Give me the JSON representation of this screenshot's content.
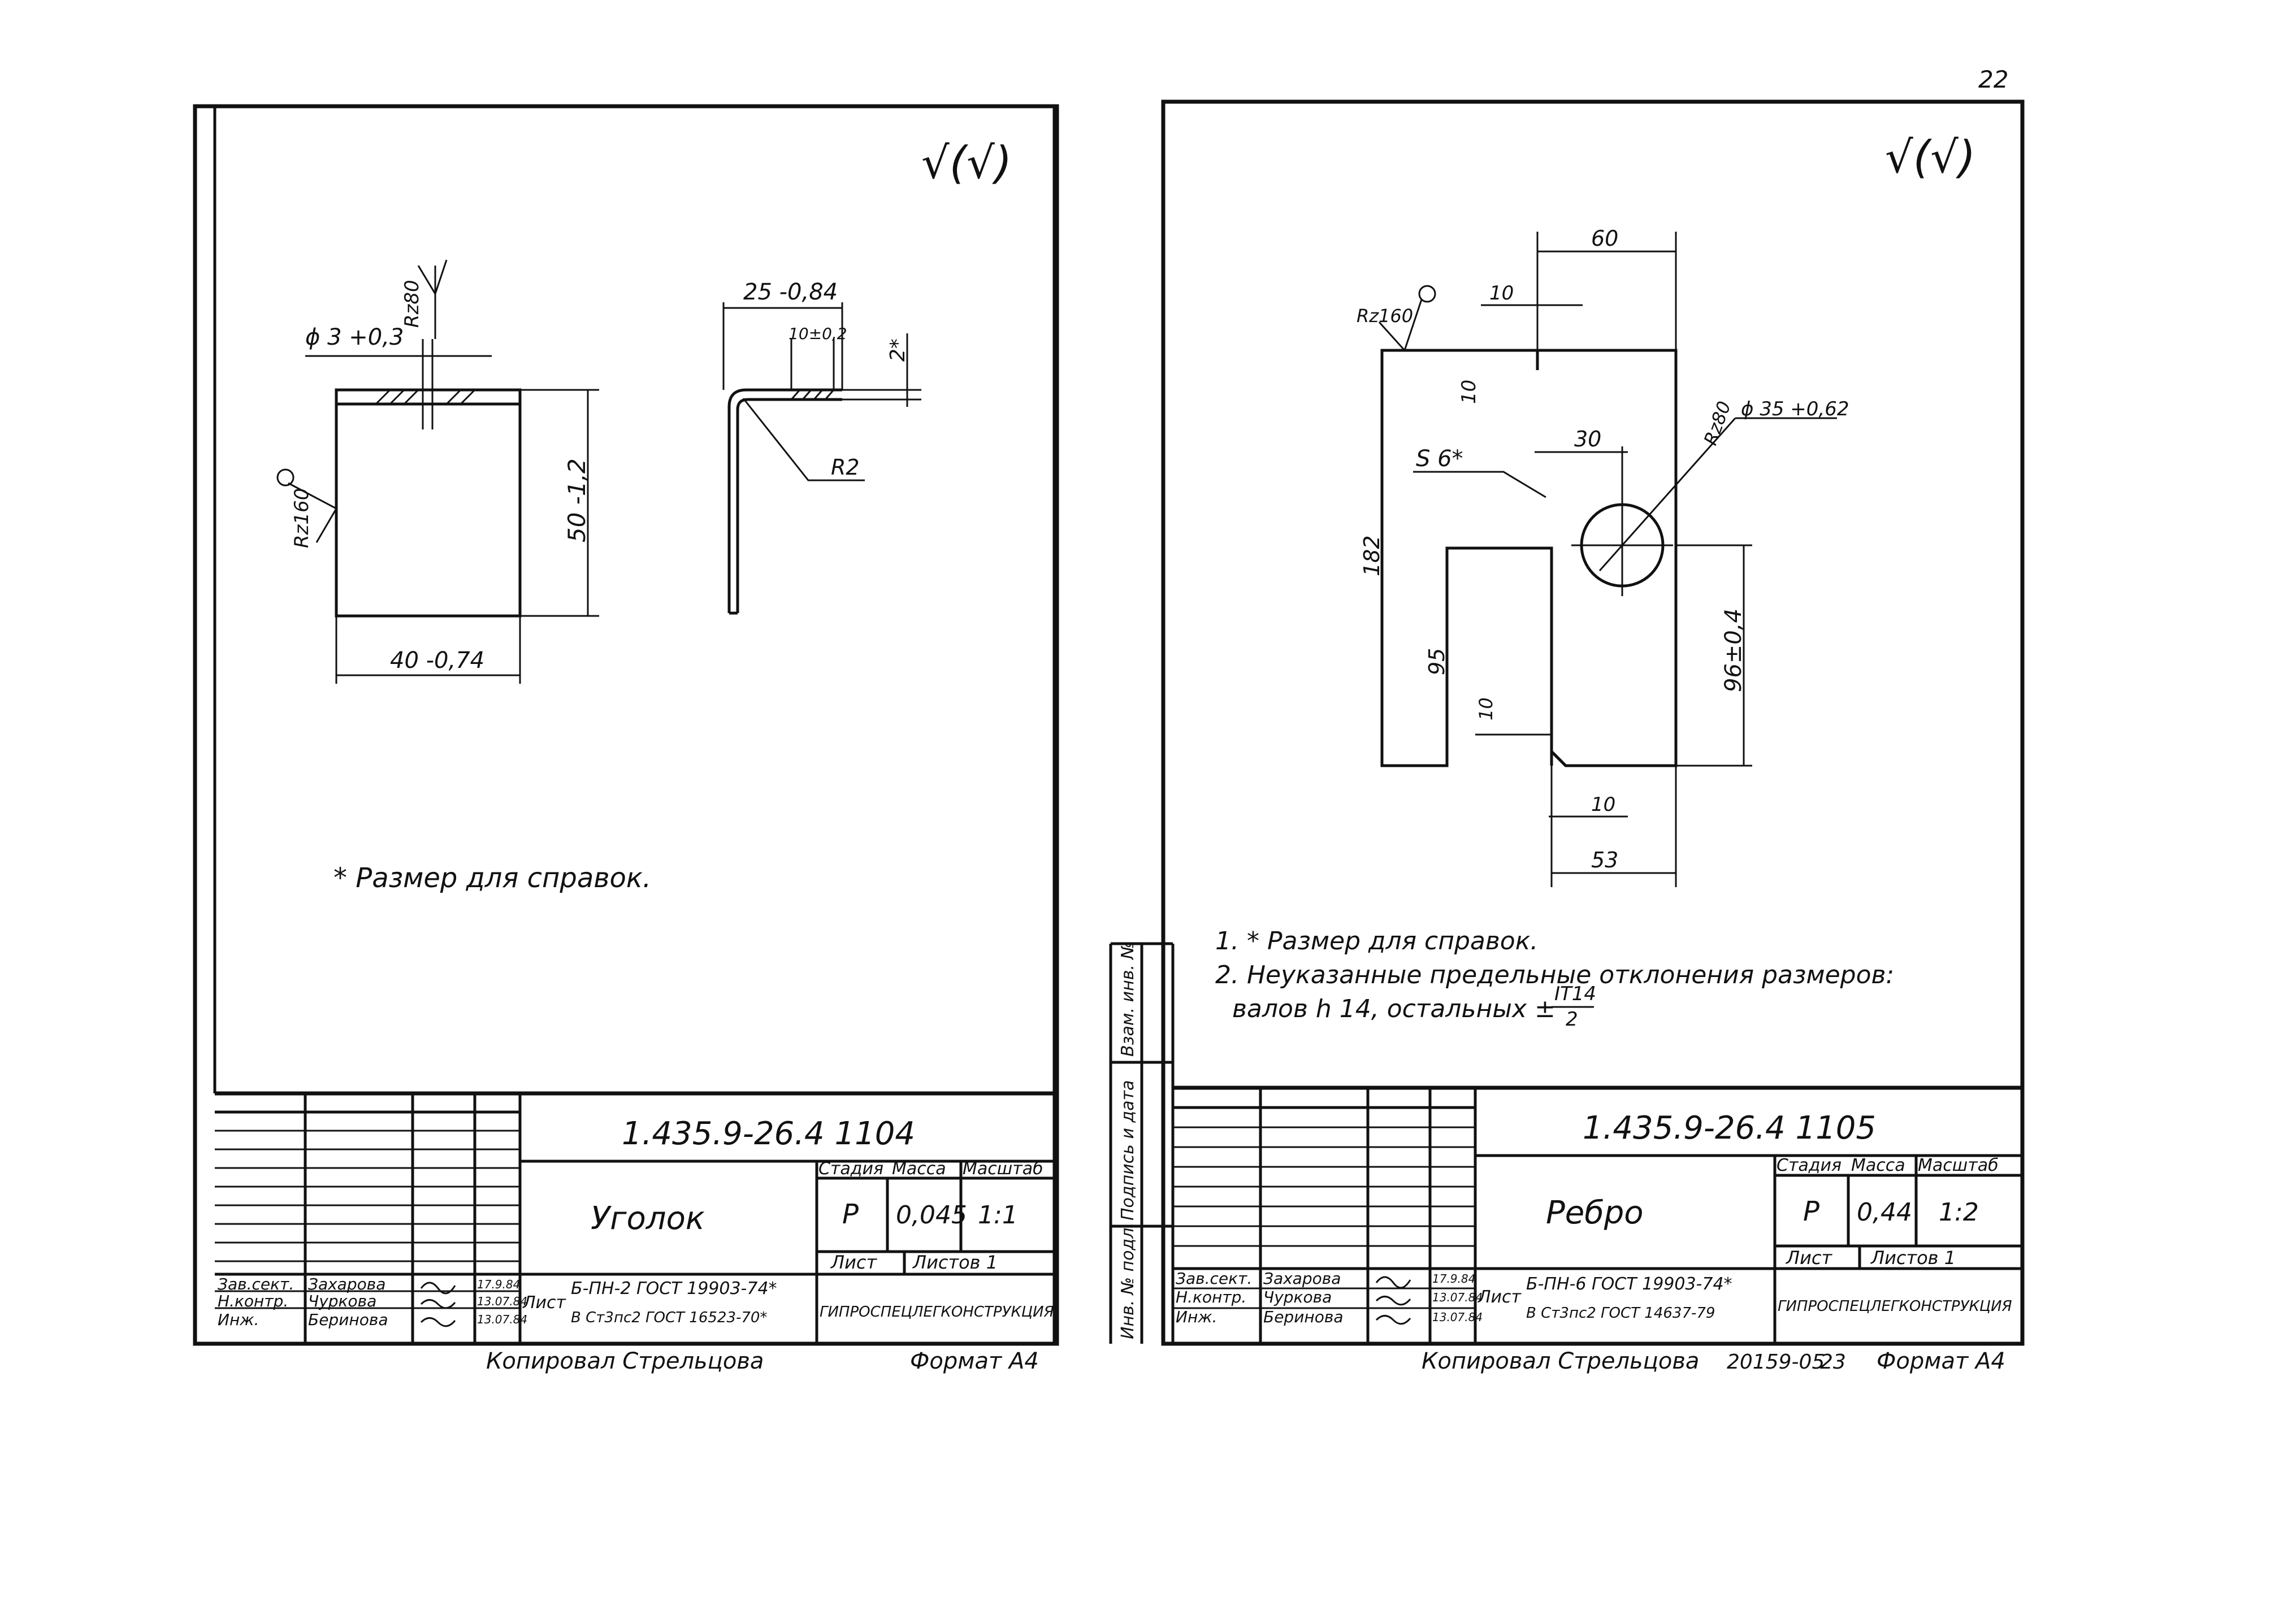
{
  "page_number": "22",
  "left_sheet": {
    "roughness_symbol": "√(√)",
    "dims": {
      "hole": "ϕ 3 +0,3",
      "rz_top": "Rz80",
      "rz_left": "Rz160",
      "height": "50 -1,2",
      "width": "40 -0,74",
      "flange": "25 -0,84",
      "hatch_len": "10±0,2",
      "thickness": "2*",
      "radius": "R2"
    },
    "note": "* Размер для справок.",
    "title_block": {
      "doc_code": "1.435.9-26.4 1104",
      "part_name": "Уголок",
      "hdr_stage": "Стадия",
      "hdr_mass": "Масса",
      "hdr_scale": "Масштаб",
      "stage": "Р",
      "mass": "0,045",
      "scale": "1:1",
      "sheet": "Лист",
      "sheets": "Листов 1",
      "material_label": "Лист",
      "material_top": "Б-ПН-2 ГОСТ 19903-74*",
      "material_bottom": "В Ст3пс2 ГОСТ 16523-70*",
      "org": "ГИПРОСПЕЦЛЕГКОНСТРУКЦИЯ",
      "roles": [
        "Зав.сект.",
        "Н.контр.",
        "Инж."
      ],
      "names": [
        "Захарова",
        "Чуркова",
        "Беринова"
      ],
      "dates": [
        "17.9.84",
        "13.07.84",
        "13.07.84"
      ]
    },
    "copied": "Копировал Стрельцова",
    "format": "Формат А4"
  },
  "right_sheet": {
    "roughness_symbol": "√(√)",
    "dims": {
      "top_width": "60",
      "notch_w_top": "10",
      "notch_h_top": "10",
      "rz_corner": "Rz160",
      "thickness": "S 6*",
      "hole_offset": "30",
      "rz_hole": "Rz80",
      "hole_dia": "ϕ 35 +0,62",
      "total_height": "182",
      "lower_height": "95",
      "right_height": "96±0,4",
      "notch_h_bot": "10",
      "notch_w_bot": "10",
      "bottom_width": "53"
    },
    "notes": [
      "1. * Размер для справок.",
      "2. Неуказанные предельные отклонения размеров:",
      "валов h 14, остальных ±"
    ],
    "note_fraction_num": "IT14",
    "note_fraction_den": "2",
    "side_stamps": [
      "Инв. № подл.",
      "Подпись и дата",
      "Взам. инв. №"
    ],
    "title_block": {
      "doc_code": "1.435.9-26.4 1105",
      "part_name": "Ребро",
      "hdr_stage": "Стадия",
      "hdr_mass": "Масса",
      "hdr_scale": "Масштаб",
      "stage": "Р",
      "mass": "0,44",
      "scale": "1:2",
      "sheet": "Лист",
      "sheets": "Листов 1",
      "material_label": "Лист",
      "material_top": "Б-ПН-6 ГОСТ 19903-74*",
      "material_bottom": "В Ст3пс2 ГОСТ 14637-79",
      "org": "ГИПРОСПЕЦЛЕГКОНСТРУКЦИЯ",
      "roles": [
        "Зав.сект.",
        "Н.контр.",
        "Инж."
      ],
      "names": [
        "Захарова",
        "Чуркова",
        "Беринова"
      ],
      "dates": [
        "17.9.84",
        "13.07.84",
        "13.07.84"
      ]
    },
    "copied": "Копировал Стрельцова",
    "archive": "20159-05",
    "archive_sheet": "23",
    "format": "Формат А4"
  }
}
